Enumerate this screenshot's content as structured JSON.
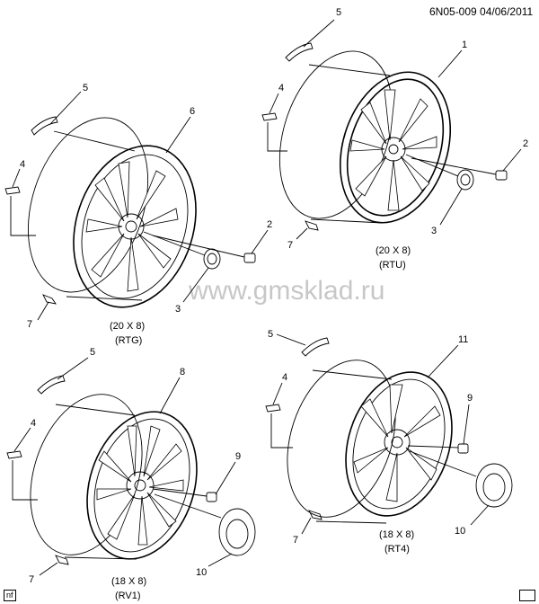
{
  "header": {
    "ref": "6N05-009  04/06/2011"
  },
  "watermark": "www.gmsklad.ru",
  "corner_tags": {
    "left": "nf",
    "right": ""
  },
  "wheels": [
    {
      "id": "rtg",
      "size": "(20 X 8)",
      "code": "(RTG)",
      "callouts": [
        "5",
        "4",
        "6",
        "2",
        "7",
        "3"
      ]
    },
    {
      "id": "rtu",
      "size": "(20 X 8)",
      "code": "(RTU)",
      "callouts": [
        "5",
        "1",
        "4",
        "2",
        "7",
        "3"
      ]
    },
    {
      "id": "rv1",
      "size": "(18 X 8)",
      "code": "(RV1)",
      "callouts": [
        "5",
        "8",
        "4",
        "9",
        "7",
        "10"
      ]
    },
    {
      "id": "rt4",
      "size": "(18 X 8)",
      "code": "(RT4)",
      "callouts": [
        "5",
        "11",
        "4",
        "9",
        "7",
        "10"
      ]
    }
  ]
}
